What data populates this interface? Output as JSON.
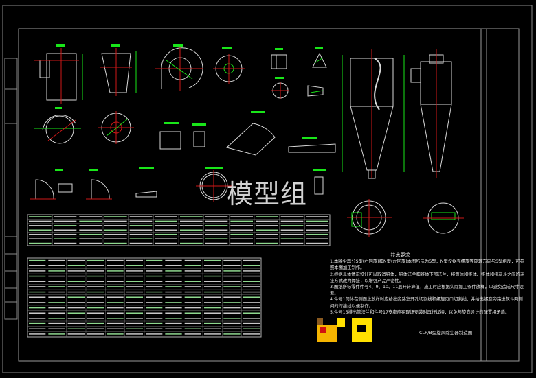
{
  "drawing": {
    "title": "CLP/B型旋风除尘器制造图",
    "watermark": "模型组",
    "tech_requirements": {
      "heading": "技术要求",
      "items": [
        "1.本除尘器分S型(右回旋)和N型(左回旋)本图所示为S型，N型仅蜗壳螺旋等旋转方向与S型相反，可参照本图加工制作。",
        "2.根据具体情况设计可以取消锥体，锥体法兰和锥体下部法兰，将筒体和锥体、锥体和排灰斗之间的连接方式改为焊接，以增强产品严密性。",
        "3.图纸所标零件件号4、9、10、11展开计算值，施工时应根据实际加工条件放样，以避免造成尺寸误差。",
        "4.件号1筒体在侧面上放样时应给出旁路室开孔切割线和螺旋刃口切割线，并给出螺旋旁路进灰斗两侧间的焊接线以便制作。",
        "5.件号15排出管法兰和件号17支座应在现场安装时再行焊接，以免与旋向设计的配置相矛盾。"
      ]
    },
    "colors": {
      "background": "#000000",
      "frame": "#9a9a9a",
      "dimension": "#19e619",
      "centerline": "#d01818",
      "outline": "#d8d8d8"
    }
  }
}
